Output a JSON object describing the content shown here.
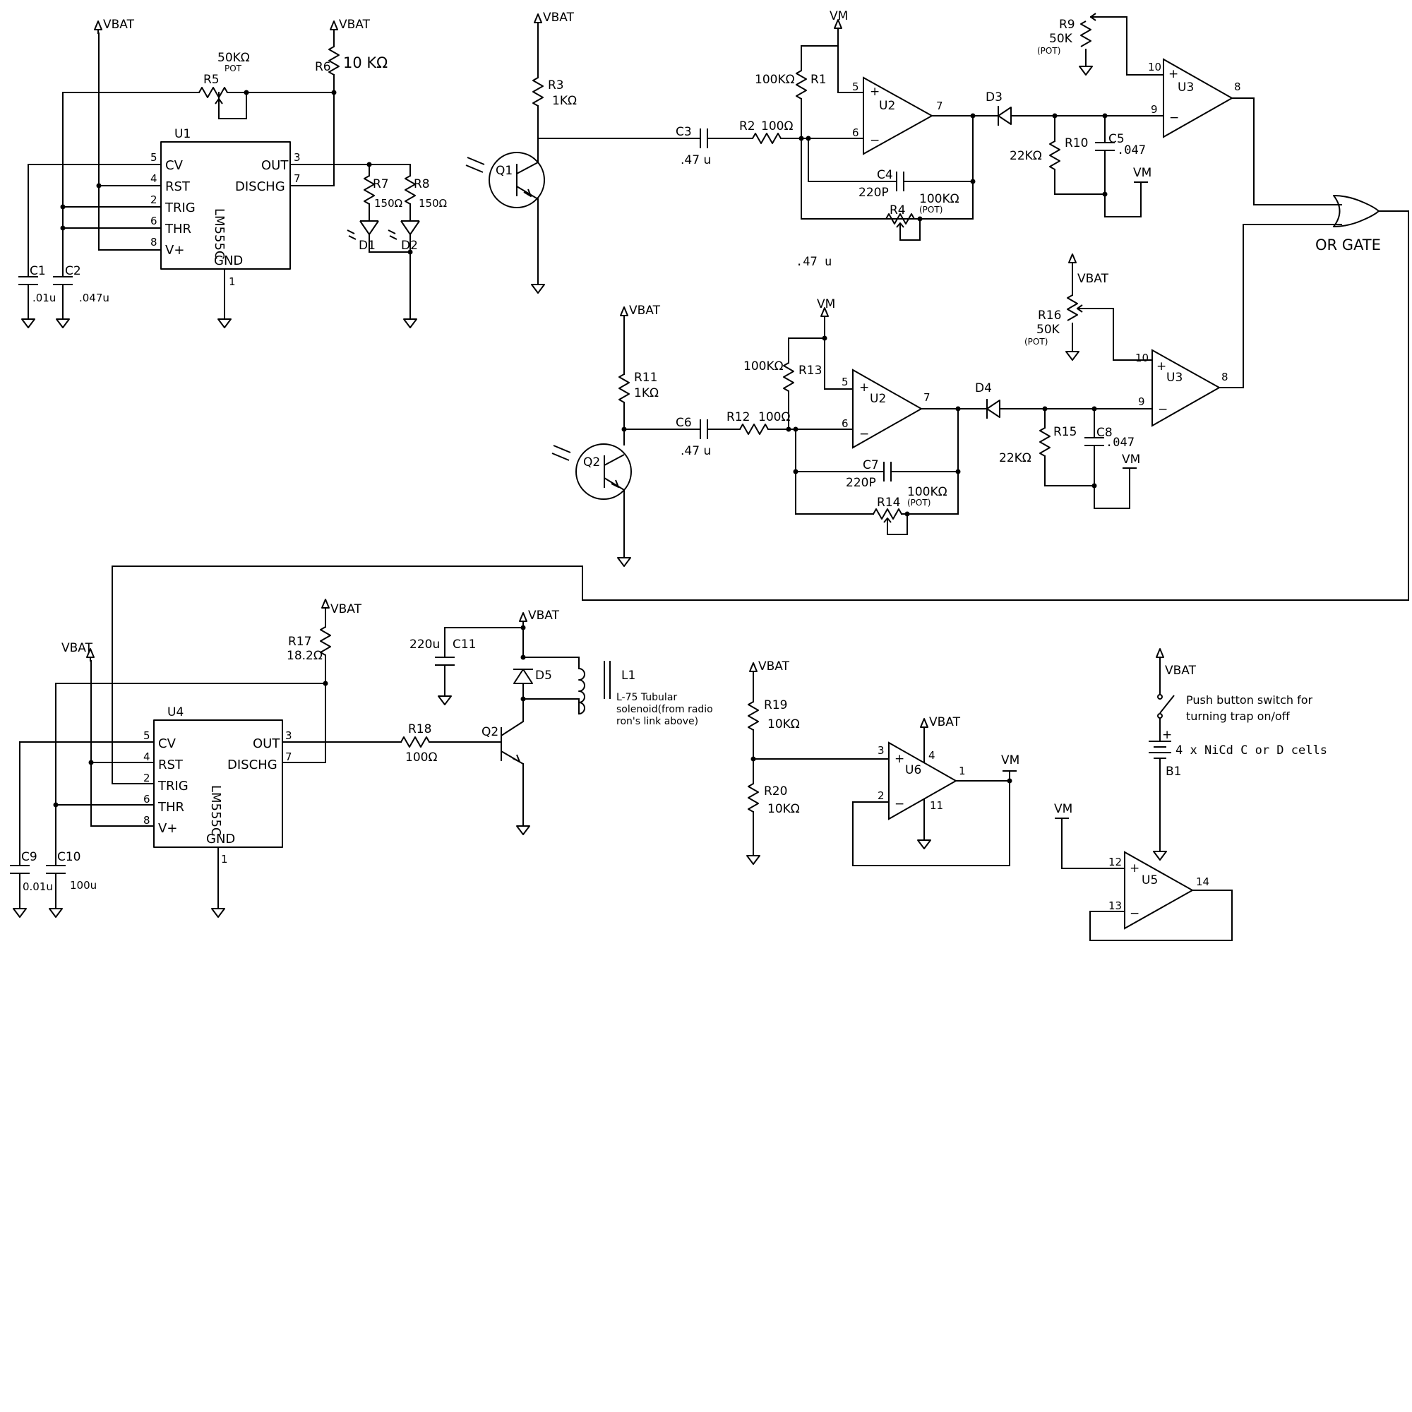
{
  "supplies": {
    "vbat": "VBAT",
    "vm": "VM"
  },
  "ics": {
    "u1": {
      "ref": "U1",
      "part": "LM555C",
      "pins": {
        "cv": "CV",
        "rst": "RST",
        "trig": "TRIG",
        "thr": "THR",
        "vplus": "V+",
        "out": "OUT",
        "dischg": "DISCHG",
        "gnd": "GND"
      },
      "pin_numbers": {
        "cv": "5",
        "rst": "4",
        "trig": "2",
        "thr": "6",
        "vplus": "8",
        "out": "3",
        "dischg": "7",
        "gnd": "1"
      }
    },
    "u4": {
      "ref": "U4",
      "part": "LM555C",
      "pins": {
        "cv": "CV",
        "rst": "RST",
        "trig": "TRIG",
        "thr": "THR",
        "vplus": "V+",
        "out": "OUT",
        "dischg": "DISCHG",
        "gnd": "GND"
      },
      "pin_numbers": {
        "cv": "5",
        "rst": "4",
        "trig": "2",
        "thr": "6",
        "vplus": "8",
        "out": "3",
        "dischg": "7",
        "gnd": "1"
      }
    }
  },
  "opamps": {
    "u2a": {
      "ref": "U2",
      "plus_pin": "5",
      "minus_pin": "6",
      "out_pin": "7"
    },
    "u3a": {
      "ref": "U3",
      "plus_pin": "10",
      "minus_pin": "9",
      "out_pin": "8"
    },
    "u2b": {
      "ref": "U2",
      "plus_pin": "5",
      "minus_pin": "6",
      "out_pin": "7"
    },
    "u3b": {
      "ref": "U3",
      "plus_pin": "10",
      "minus_pin": "9",
      "out_pin": "8"
    },
    "u6": {
      "ref": "U6",
      "plus_pin": "3",
      "minus_pin": "2",
      "out_pin": "1",
      "vplus_pin": "4",
      "vminus_pin": "11"
    },
    "u5": {
      "ref": "U5",
      "plus_pin": "12",
      "minus_pin": "13",
      "out_pin": "14"
    }
  },
  "polarity": {
    "plus": "+",
    "minus": "−"
  },
  "or_gate": {
    "label": "OR GATE"
  },
  "resistors": {
    "r3": {
      "ref": "R3",
      "value": "1KΩ"
    },
    "r5": {
      "ref": "R5",
      "value": "50KΩ",
      "note": "POT"
    },
    "r6": {
      "ref": "R6",
      "value": "10 KΩ"
    },
    "r7": {
      "ref": "R7",
      "value": "150Ω"
    },
    "r8": {
      "ref": "R8",
      "value": "150Ω"
    },
    "r1": {
      "ref": "R1",
      "value": "100KΩ"
    },
    "r2": {
      "ref": "R2",
      "value": "100Ω"
    },
    "r4": {
      "ref": "R4",
      "value": "100KΩ",
      "note": "(POT)"
    },
    "r9": {
      "ref": "R9",
      "value": "50K",
      "note": "(POT)"
    },
    "r10": {
      "ref": "R10",
      "value": "22KΩ"
    },
    "r11": {
      "ref": "R11",
      "value": "1KΩ"
    },
    "r12": {
      "ref": "R12",
      "value": "100Ω"
    },
    "r13": {
      "ref": "R13",
      "value": "100KΩ"
    },
    "r14": {
      "ref": "R14",
      "value": "100KΩ",
      "note": "(POT)"
    },
    "r15": {
      "ref": "R15",
      "value": "22KΩ"
    },
    "r16": {
      "ref": "R16",
      "value": "50K",
      "note": "(POT)"
    },
    "r17": {
      "ref": "R17",
      "value": "18.2Ω"
    },
    "r18": {
      "ref": "R18",
      "value": "100Ω"
    },
    "r19": {
      "ref": "R19",
      "value": "10KΩ"
    },
    "r20": {
      "ref": "R20",
      "value": "10KΩ"
    }
  },
  "capacitors": {
    "c1": {
      "ref": "C1",
      "value": ".01u"
    },
    "c2": {
      "ref": "C2",
      "value": ".047u"
    },
    "c3": {
      "ref": "C3",
      "value": ".47 u"
    },
    "c4": {
      "ref": "C4",
      "value": "220P"
    },
    "c5": {
      "ref": "C5",
      "value": ".047"
    },
    "c6": {
      "ref": "C6",
      "value": ".47 u"
    },
    "c7": {
      "ref": "C7",
      "value": "220P"
    },
    "c8": {
      "ref": "C8",
      "value": ".047"
    },
    "c9": {
      "ref": "C9",
      "value": "0.01u"
    },
    "c10": {
      "ref": "C10",
      "value": "100u"
    },
    "c11": {
      "ref": "C11",
      "value": "220u"
    }
  },
  "stray_label": ".47 u",
  "diodes": {
    "d1": "D1",
    "d2": "D2",
    "d3": "D3",
    "d4": "D4",
    "d5": "D5"
  },
  "transistors": {
    "q1": "Q1",
    "q2_sensor": "Q2",
    "q2_driver": "Q2"
  },
  "inductor": {
    "ref": "L1",
    "note_line1": "L-75 Tubular",
    "note_line2": "solenoid(from radio",
    "note_line3": "ron's link above)"
  },
  "switch": {
    "note_line1": "Push button switch for",
    "note_line2": "turning trap on/off"
  },
  "battery": {
    "ref": "B1",
    "plus": "+",
    "note": "4 x NiCd C or D cells"
  }
}
